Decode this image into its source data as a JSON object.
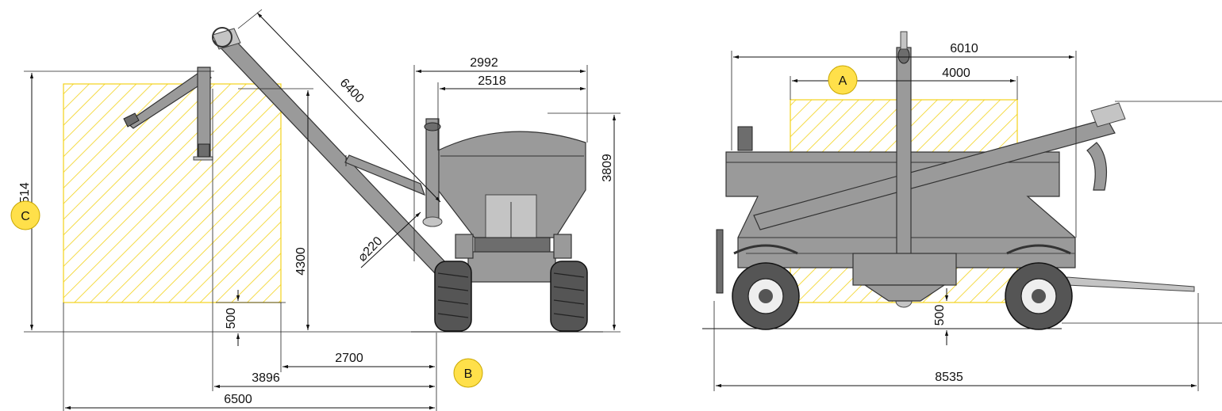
{
  "dimensions": {
    "side": {
      "total_height": "4514",
      "spout_height": "4300",
      "min_height": "500",
      "auger_length": "6400",
      "auger_diameter": "⌀220",
      "width_outer": "2992",
      "width_inner": "2518",
      "hopper_height": "3809",
      "reach_2700": "2700",
      "reach_3896": "3896",
      "reach_6500": "6500"
    },
    "rear": {
      "width_6010": "6010",
      "zone_width": "4000",
      "min_height": "500",
      "total_length": "8535"
    }
  },
  "labels": {
    "a": "A",
    "b": "B",
    "c": "C"
  },
  "colors": {
    "zone": "#f2d21a",
    "badge": "#ffe04a",
    "machine": "#9a9a9a"
  }
}
